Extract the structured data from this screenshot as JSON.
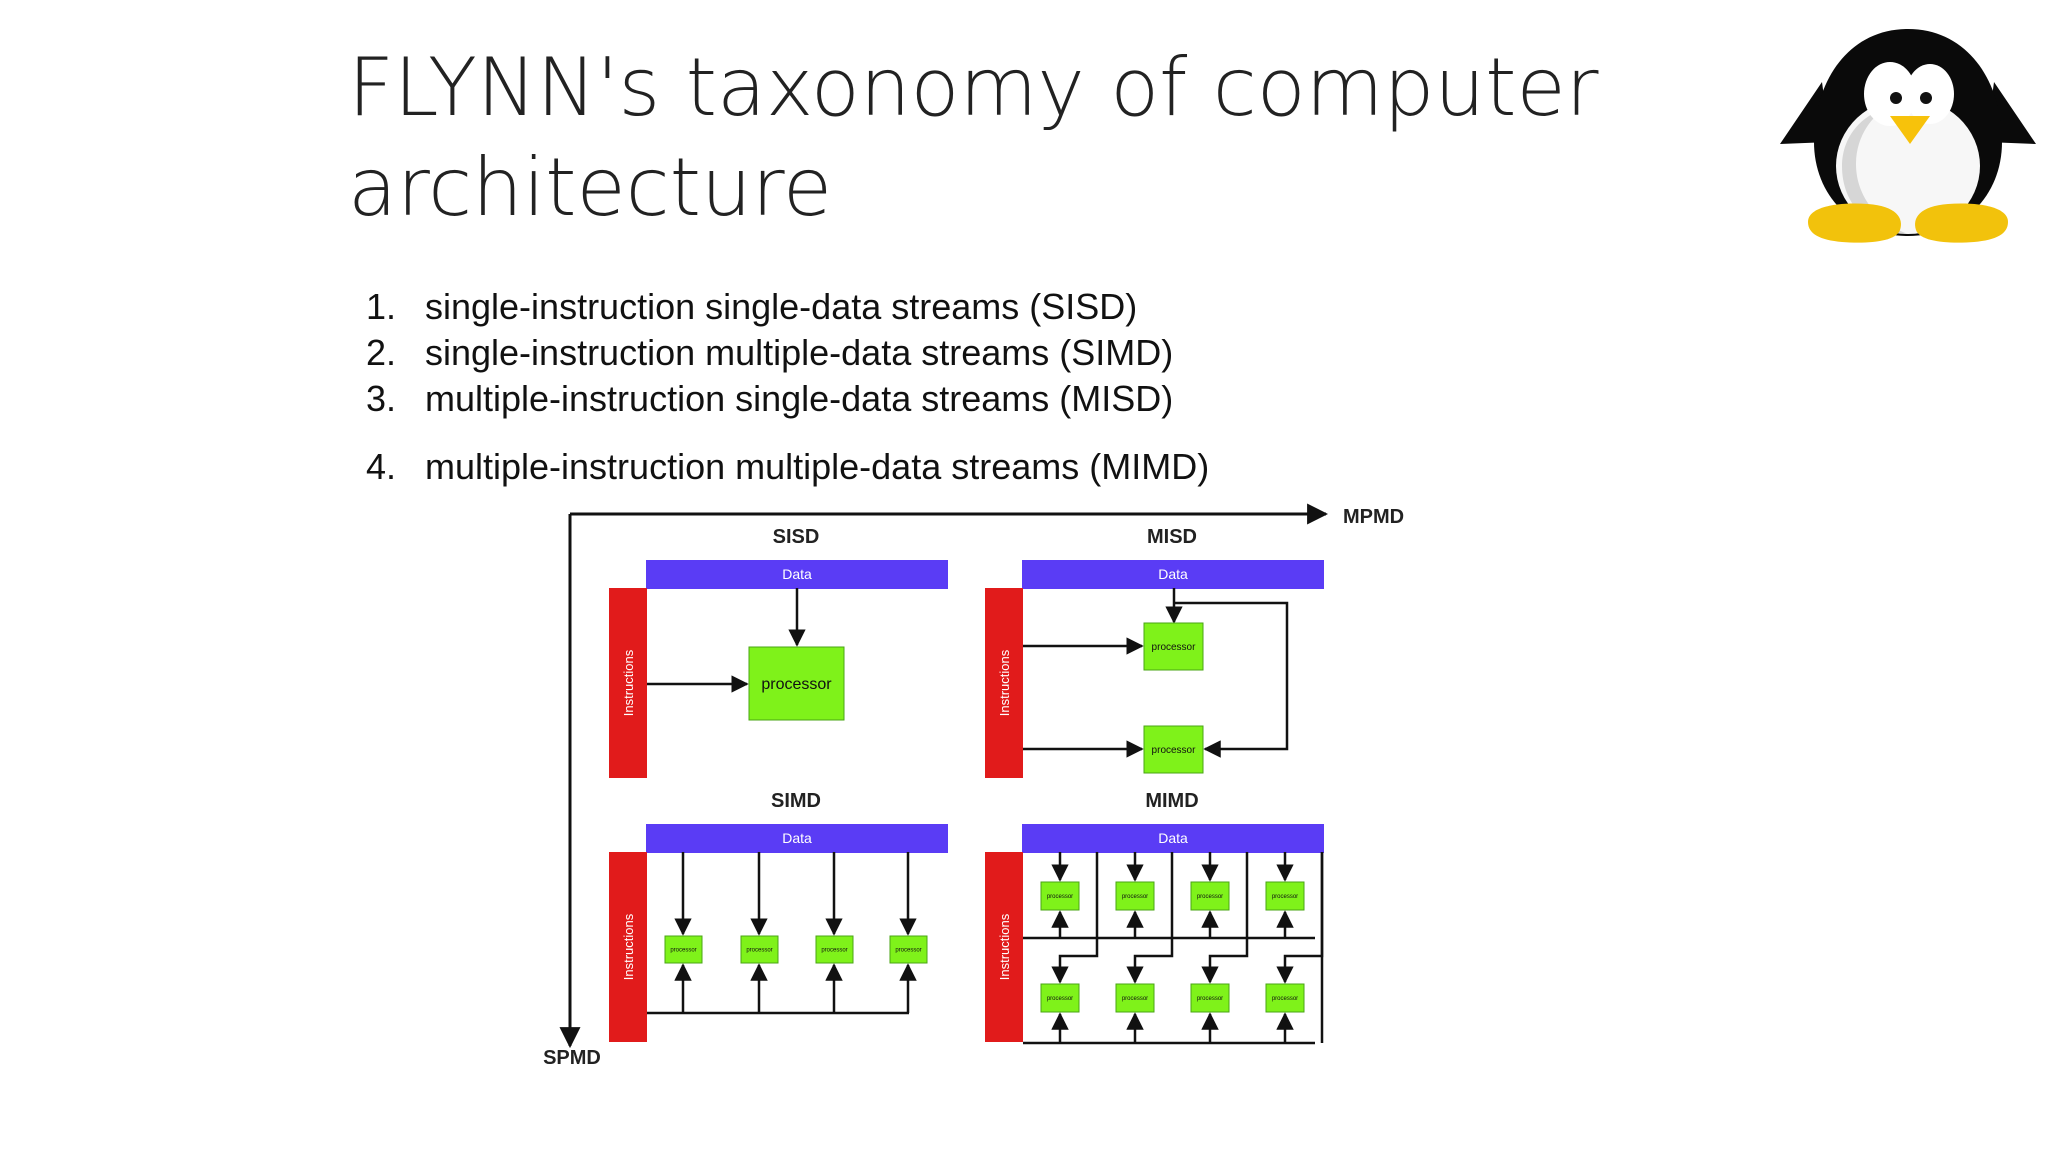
{
  "title": {
    "line1": "FLYNN's taxonomy of computer",
    "line2": "architecture"
  },
  "streams": [
    {
      "num": "1.",
      "text": "single-instruction single-data streams (SISD)"
    },
    {
      "num": "2.",
      "text": "single-instruction multiple-data streams (SIMD)"
    },
    {
      "num": "3.",
      "text": "multiple-instruction single-data streams (MISD)"
    },
    {
      "num": "4.",
      "text": "multiple-instruction multiple-data streams (MIMD)"
    }
  ],
  "diagram": {
    "axis_horizontal_label": "MPMD",
    "axis_vertical_label": "SPMD",
    "data_label": "Data",
    "instructions_label": "Instructions",
    "processor_label": "processor",
    "quadrants": {
      "sisd": "SISD",
      "misd": "MISD",
      "simd": "SIMD",
      "mimd": "MIMD"
    },
    "colors": {
      "data_bar": "#5a3cf5",
      "instruction_bar": "#e11b1b",
      "processor": "#7ff21a",
      "line": "#111111"
    }
  },
  "mascot": {
    "icon": "penguin-icon",
    "colors": {
      "body": "#0a0a0a",
      "belly": "#f5f5f5",
      "beak": "#f7c20b",
      "feet": "#f2c20c"
    }
  }
}
